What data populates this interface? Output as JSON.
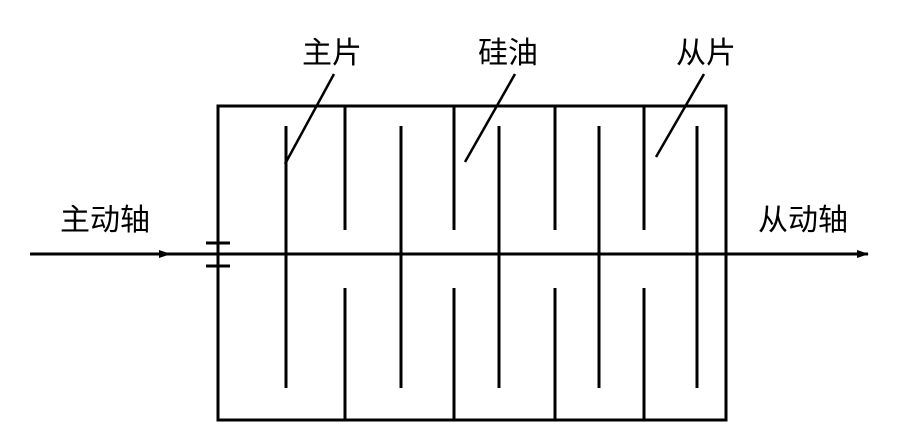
{
  "labels": {
    "driving_plate": "主片",
    "silicone_oil": "硅油",
    "driven_plate": "从片",
    "input_shaft": "主动轴",
    "output_shaft": "从动轴"
  },
  "colors": {
    "stroke": "#000000",
    "background": "#ffffff"
  }
}
